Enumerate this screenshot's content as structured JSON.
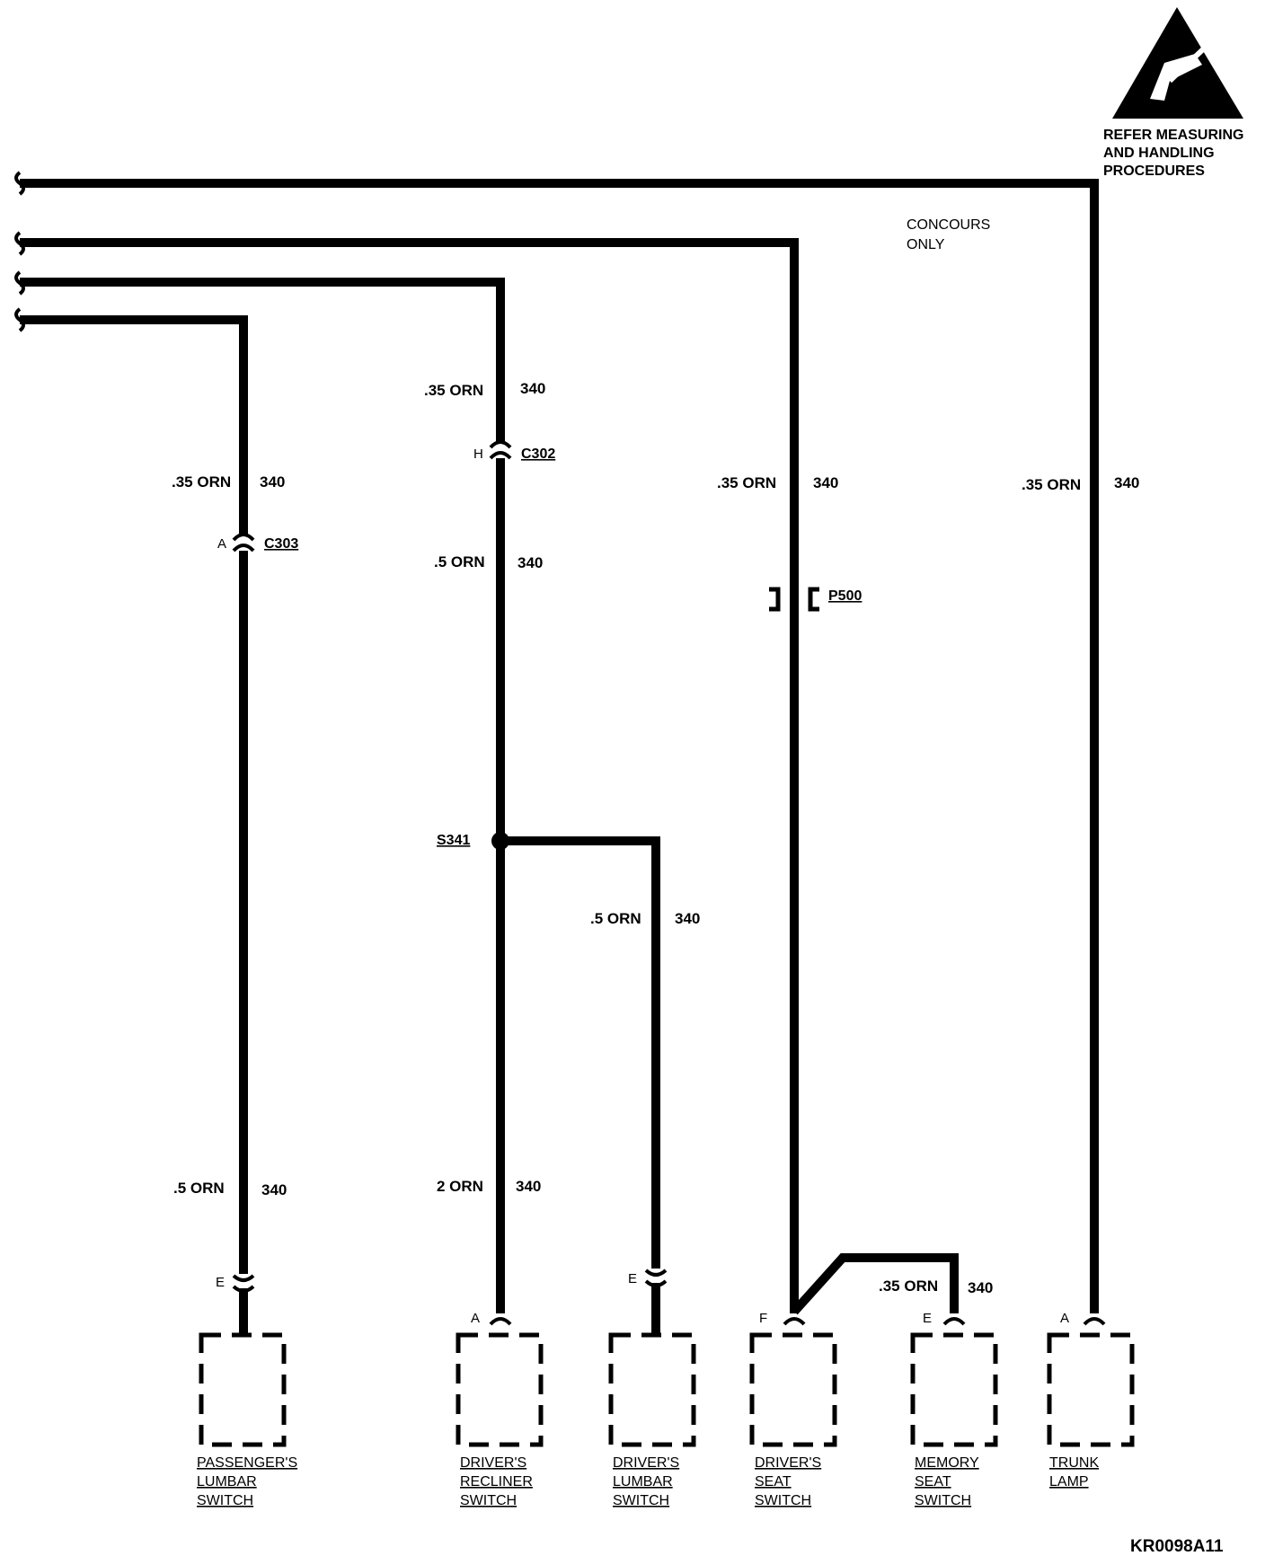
{
  "warning": {
    "lines": [
      "REFER MEASURING",
      "AND HANDLING",
      "PROCEDURES"
    ],
    "icon": "esd-hand-warning-icon"
  },
  "note": {
    "lines": [
      "CONCOURS",
      "ONLY"
    ]
  },
  "wire_labels": {
    "recliner_top": {
      "size": ".35 ORN",
      "circuit": "340"
    },
    "recliner_mid": {
      "size": ".5 ORN",
      "circuit": "340"
    },
    "recliner_bottom": {
      "size": "2 ORN",
      "circuit": "340"
    },
    "passenger_top": {
      "size": ".35 ORN",
      "circuit": "340"
    },
    "passenger_bottom": {
      "size": ".5 ORN",
      "circuit": "340"
    },
    "lumbar": {
      "size": ".5 ORN",
      "circuit": "340"
    },
    "driver_seat": {
      "size": ".35 ORN",
      "circuit": "340"
    },
    "memory": {
      "size": ".35 ORN",
      "circuit": "340"
    },
    "trunk": {
      "size": ".35 ORN",
      "circuit": "340"
    }
  },
  "connectors": {
    "c302": {
      "name": "C302",
      "pin": "H"
    },
    "c303": {
      "name": "C303",
      "pin": "A"
    },
    "p500": {
      "name": "P500"
    },
    "s341": {
      "name": "S341"
    }
  },
  "pins": {
    "passenger_lumbar": "E",
    "driver_recliner": "A",
    "driver_lumbar": "E",
    "driver_seat": "F",
    "memory_seat": "E",
    "trunk_lamp": "A"
  },
  "components": {
    "passenger_lumbar": [
      "PASSENGER'S",
      "LUMBAR",
      "SWITCH"
    ],
    "driver_recliner": [
      "DRIVER'S",
      "RECLINER",
      "SWITCH"
    ],
    "driver_lumbar": [
      "DRIVER'S",
      "LUMBAR",
      "SWITCH"
    ],
    "driver_seat": [
      "DRIVER'S",
      "SEAT",
      "SWITCH"
    ],
    "memory_seat": [
      "MEMORY",
      "SEAT",
      "SWITCH"
    ],
    "trunk_lamp": [
      "TRUNK",
      "LAMP"
    ]
  },
  "reference": "KR0098A11"
}
